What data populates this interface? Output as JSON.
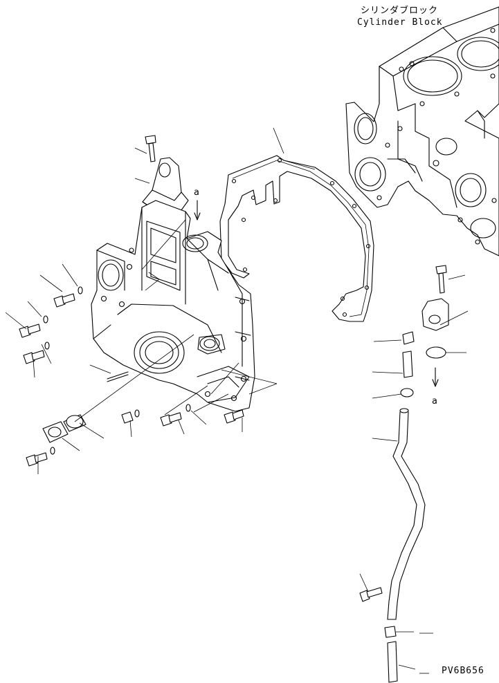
{
  "block_label": {
    "japanese": "シリンダブロック",
    "english": "Cylinder Block"
  },
  "markers": {
    "a_top": "a",
    "a_right": "a"
  },
  "drawing_code": "PV6B656"
}
